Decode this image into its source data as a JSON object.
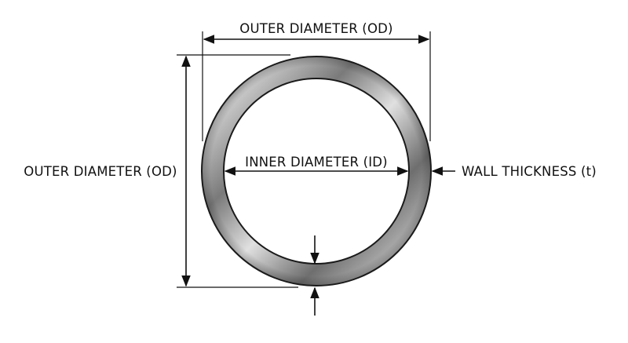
{
  "labels": {
    "outer_diameter_top": "OUTER DIAMETER (OD)",
    "outer_diameter_left": "OUTER DIAMETER (OD)",
    "inner_diameter": "INNER DIAMETER (ID)",
    "wall_thickness": "WALL THICKNESS (t)"
  },
  "colors": {
    "ink": "#111111",
    "metal_light": "#d9d9d9",
    "metal_dark": "#3a3a3a",
    "background": "#ffffff"
  }
}
